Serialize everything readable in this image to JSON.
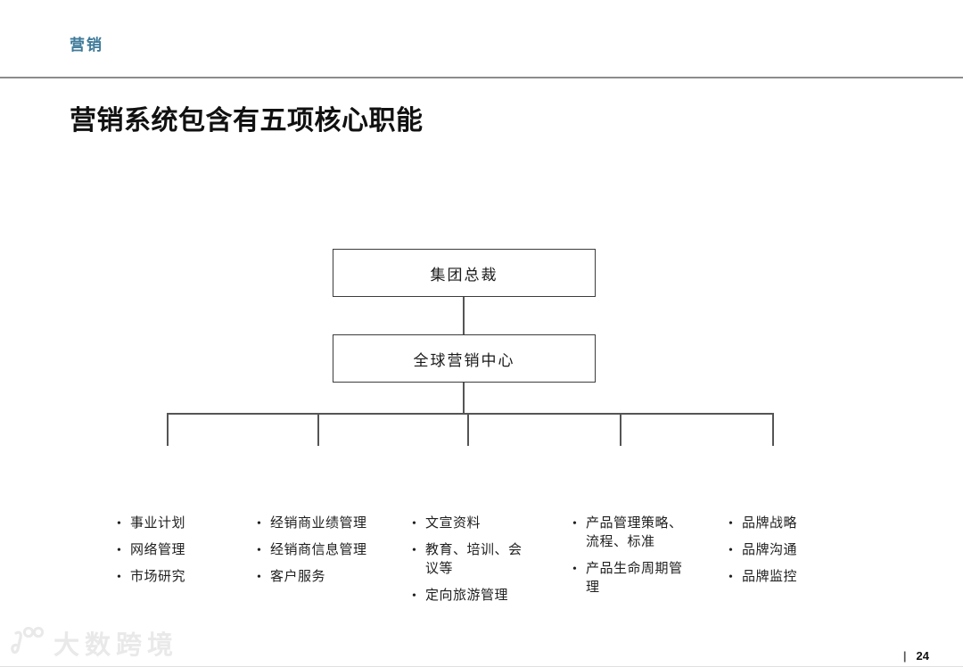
{
  "page": {
    "kicker": "营销",
    "title": "营销系统包含有五项核心职能",
    "page_divider": "|",
    "page_number": "24"
  },
  "colors": {
    "accent_blue": "#3e7a99",
    "rule_gray": "#8c8c8c",
    "box_border": "#3c3c3c",
    "connector": "#555555",
    "watermark_gray": "#e9e9e9"
  },
  "watermark": {
    "logo_icon": "dashu-kuajing-logo",
    "text": "大数跨境"
  },
  "org_chart": {
    "bullet": "•",
    "root_box": "集团总裁",
    "center_box": "全球营销中心",
    "columns": [
      {
        "items": [
          "事业计划",
          "网络管理",
          "市场研究"
        ]
      },
      {
        "items": [
          "经销商业绩管理",
          "经销商信息管理",
          "客户服务"
        ]
      },
      {
        "items": [
          "文宣资料",
          "教育、培训、会\n议等",
          "定向旅游管理"
        ]
      },
      {
        "items": [
          "产品管理策略、\n流程、标准",
          "产品生命周期管\n理"
        ]
      },
      {
        "items": [
          "品牌战略",
          "品牌沟通",
          "品牌监控"
        ]
      }
    ]
  }
}
